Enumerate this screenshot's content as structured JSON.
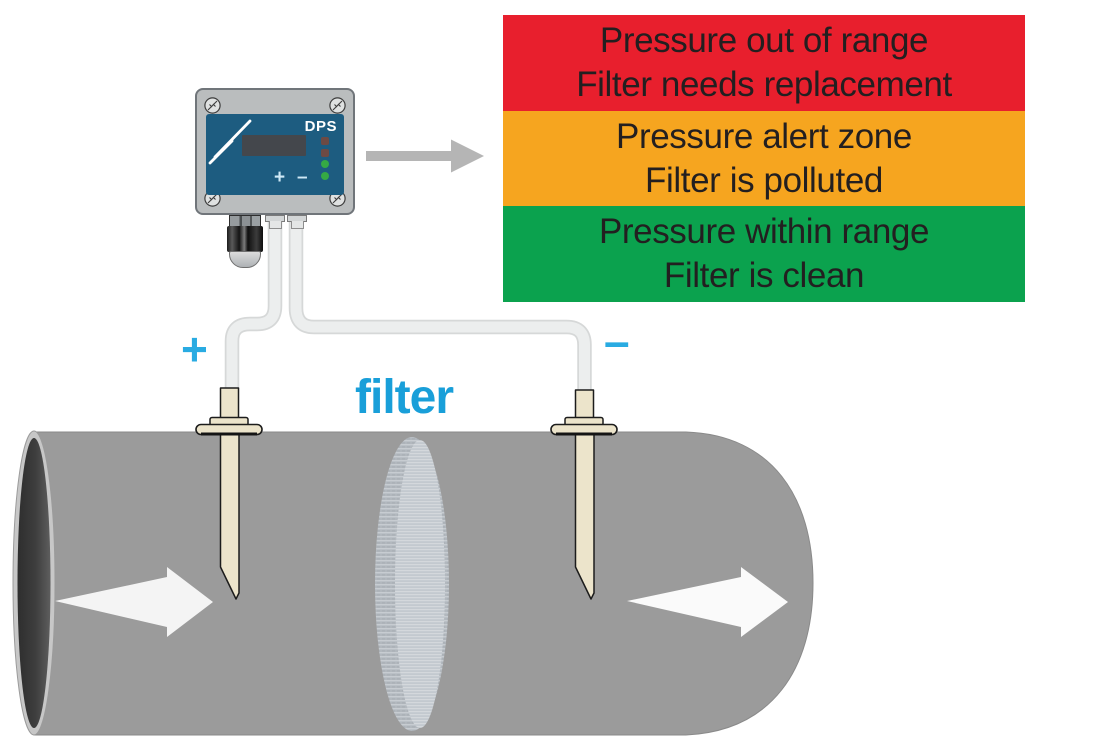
{
  "legend": {
    "bands": [
      {
        "name": "out-of-range",
        "color": "#e81f2d",
        "line1": "Pressure out of range",
        "line2": "Filter needs replacement"
      },
      {
        "name": "alert-zone",
        "color": "#f6a51f",
        "line1": "Pressure alert zone",
        "line2": "Filter is polluted"
      },
      {
        "name": "within-range",
        "color": "#0ba24e",
        "line1": "Pressure within range",
        "line2": "Filter is clean"
      }
    ]
  },
  "device": {
    "model_label": "DPS",
    "port_plus_label": "+",
    "port_minus_label": "–",
    "leds": [
      {
        "state": "off-red",
        "color": "#6d4a44"
      },
      {
        "state": "off-red",
        "color": "#6d4a44"
      },
      {
        "state": "on-green",
        "color": "#35a944"
      },
      {
        "state": "on-green",
        "color": "#35a944"
      }
    ]
  },
  "annotations": {
    "high_tap_label": "+",
    "low_tap_label": "–",
    "filter_label": "filter",
    "tap_label_color": "#29abe2",
    "filter_label_color": "#199fd9"
  }
}
